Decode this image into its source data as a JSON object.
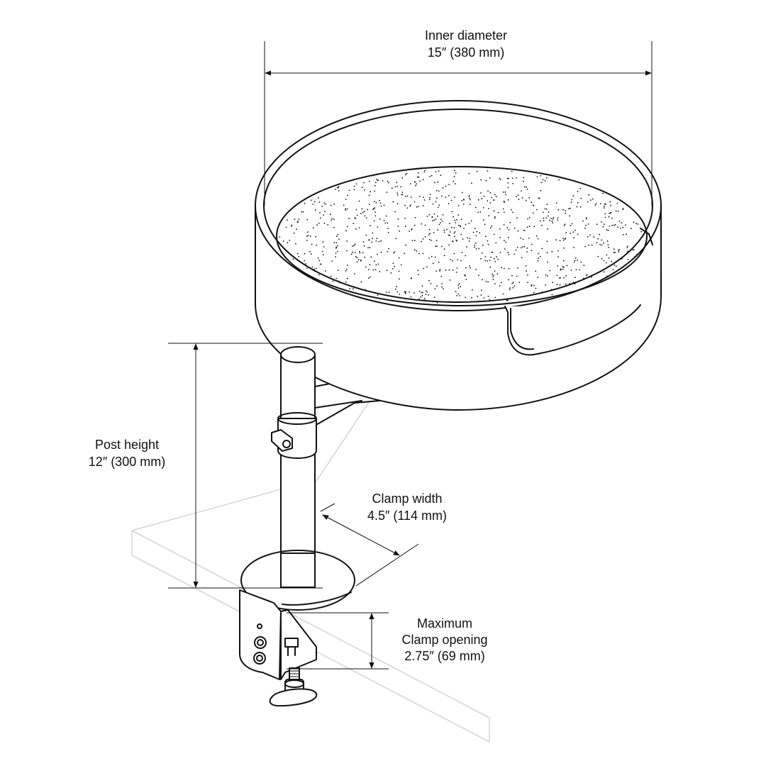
{
  "dimensions": {
    "inner_diameter": {
      "label": "Inner diameter",
      "value": "15″ (380 mm)"
    },
    "post_height": {
      "label": "Post height",
      "value": "12″ (300 mm)"
    },
    "clamp_width": {
      "label": "Clamp width",
      "value": "4.5″ (114 mm)"
    },
    "clamp_opening": {
      "label_line1": "Maximum",
      "label_line2": "Clamp opening",
      "value": "2.75″ (69 mm)"
    }
  },
  "colors": {
    "ink": "#111111",
    "table_edge": "#cfcfcf",
    "background": "#ffffff"
  }
}
